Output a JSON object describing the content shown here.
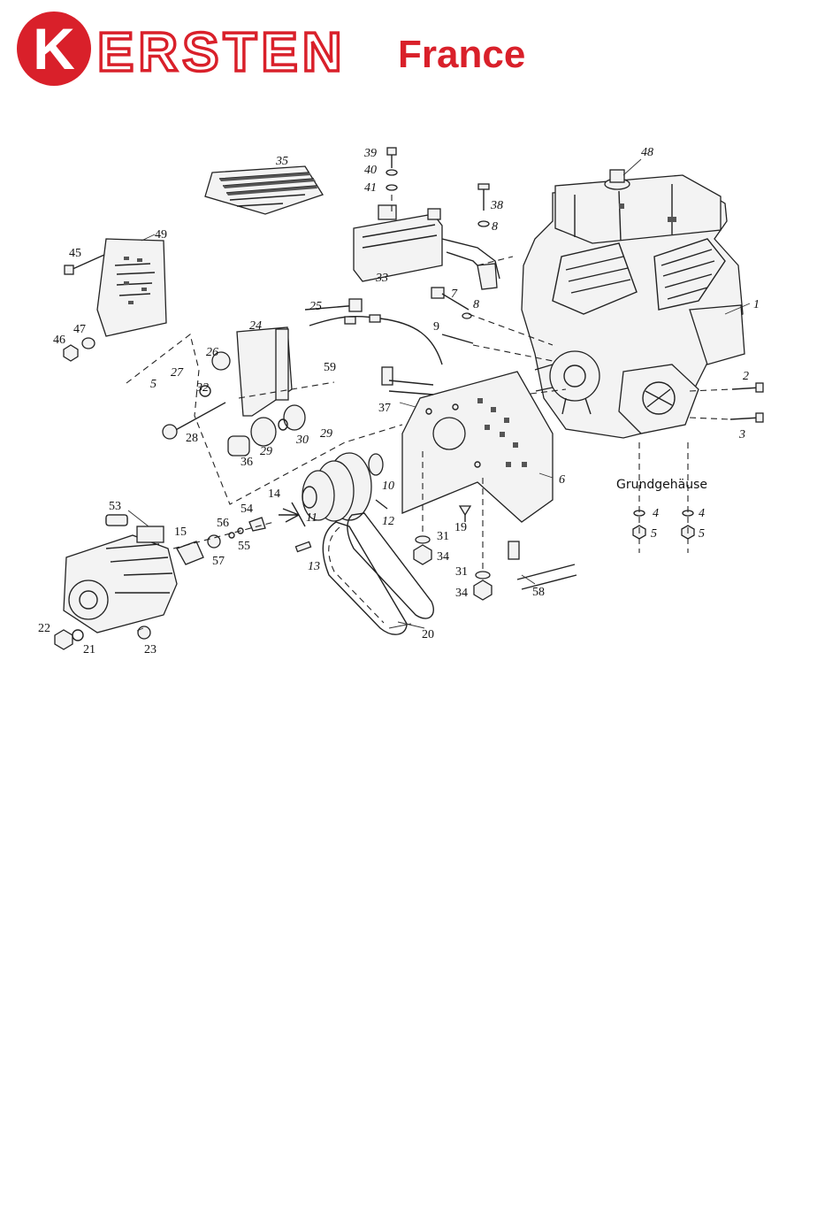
{
  "brand": {
    "logo_letter": "K",
    "name": "ERSTEN",
    "region": "France",
    "color": "#d9202a"
  },
  "diagram": {
    "housing_label": "Grundgehäuse",
    "callouts": [
      {
        "id": "c48",
        "text": "48"
      },
      {
        "id": "c39",
        "text": "39"
      },
      {
        "id": "c40",
        "text": "40"
      },
      {
        "id": "c41",
        "text": "41"
      },
      {
        "id": "c38",
        "text": "38"
      },
      {
        "id": "c8a",
        "text": "8"
      },
      {
        "id": "c35",
        "text": "35"
      },
      {
        "id": "c49",
        "text": "49"
      },
      {
        "id": "c45",
        "text": "45"
      },
      {
        "id": "c47",
        "text": "47"
      },
      {
        "id": "c46",
        "text": "46"
      },
      {
        "id": "c33",
        "text": "33"
      },
      {
        "id": "c7",
        "text": "7"
      },
      {
        "id": "c8b",
        "text": "8"
      },
      {
        "id": "c9",
        "text": "9"
      },
      {
        "id": "c1",
        "text": "1"
      },
      {
        "id": "c25",
        "text": "25"
      },
      {
        "id": "c24",
        "text": "24"
      },
      {
        "id": "c26",
        "text": "26"
      },
      {
        "id": "c27",
        "text": "27"
      },
      {
        "id": "c5a",
        "text": "5"
      },
      {
        "id": "c32",
        "text": "32"
      },
      {
        "id": "c59",
        "text": "59"
      },
      {
        "id": "c37",
        "text": "37"
      },
      {
        "id": "c2",
        "text": "2"
      },
      {
        "id": "c3",
        "text": "3"
      },
      {
        "id": "c28",
        "text": "28"
      },
      {
        "id": "c30",
        "text": "30"
      },
      {
        "id": "c29a",
        "text": "29"
      },
      {
        "id": "c29b",
        "text": "29"
      },
      {
        "id": "c36",
        "text": "36"
      },
      {
        "id": "c10",
        "text": "10"
      },
      {
        "id": "c6",
        "text": "6"
      },
      {
        "id": "c14",
        "text": "14"
      },
      {
        "id": "c11",
        "text": "11"
      },
      {
        "id": "c12",
        "text": "12"
      },
      {
        "id": "c53",
        "text": "53"
      },
      {
        "id": "c54",
        "text": "54"
      },
      {
        "id": "c56",
        "text": "56"
      },
      {
        "id": "c55",
        "text": "55"
      },
      {
        "id": "c15",
        "text": "15"
      },
      {
        "id": "c57",
        "text": "57"
      },
      {
        "id": "c19",
        "text": "19"
      },
      {
        "id": "c31a",
        "text": "31"
      },
      {
        "id": "c34a",
        "text": "34"
      },
      {
        "id": "c4a",
        "text": "4"
      },
      {
        "id": "c4b",
        "text": "4"
      },
      {
        "id": "c5b",
        "text": "5"
      },
      {
        "id": "c5c",
        "text": "5"
      },
      {
        "id": "c13",
        "text": "13"
      },
      {
        "id": "c31b",
        "text": "31"
      },
      {
        "id": "c34b",
        "text": "34"
      },
      {
        "id": "c58",
        "text": "58"
      },
      {
        "id": "c22",
        "text": "22"
      },
      {
        "id": "c21",
        "text": "21"
      },
      {
        "id": "c23",
        "text": "23"
      },
      {
        "id": "c20",
        "text": "20"
      }
    ]
  }
}
